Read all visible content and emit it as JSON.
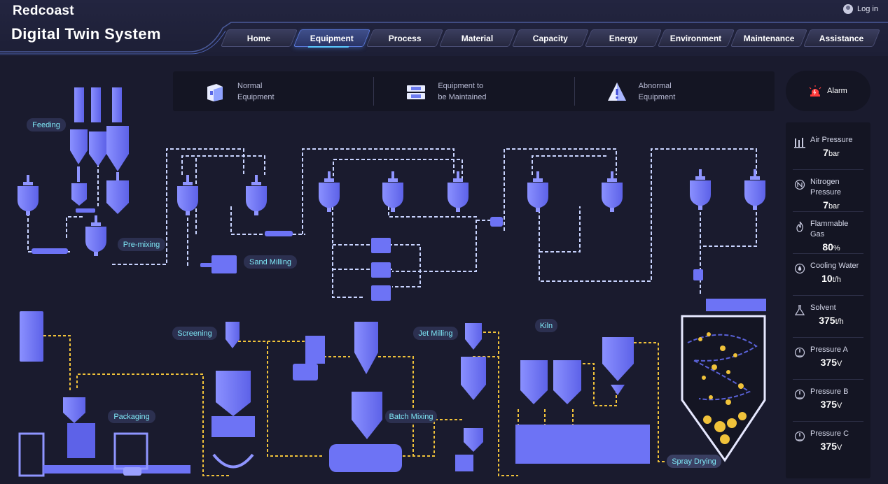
{
  "header": {
    "brand": "Redcoast",
    "title": "Digital Twin System",
    "login_label": "Log in"
  },
  "nav": {
    "tabs": [
      {
        "label": "Home",
        "active": false
      },
      {
        "label": "Equipment",
        "active": true
      },
      {
        "label": "Process",
        "active": false
      },
      {
        "label": "Material",
        "active": false
      },
      {
        "label": "Capacity",
        "active": false
      },
      {
        "label": "Energy",
        "active": false
      },
      {
        "label": "Environment",
        "active": false
      },
      {
        "label": "Maintenance",
        "active": false
      },
      {
        "label": "Assistance",
        "active": false
      }
    ]
  },
  "legend": [
    {
      "line1": "Normal",
      "line2": "Equipment",
      "icon": "normal-equipment-icon"
    },
    {
      "line1": "Equipment to",
      "line2": "be Maintained",
      "icon": "maintenance-equipment-icon"
    },
    {
      "line1": "Abnormal",
      "line2": "Equipment",
      "icon": "abnormal-equipment-icon"
    }
  ],
  "alarm": {
    "label": "Alarm",
    "icon": "alarm-siren-icon"
  },
  "metrics": [
    {
      "name": "Air Pressure",
      "value": "7",
      "unit": "bar",
      "icon": "pressure-gauge-icon"
    },
    {
      "name": "Nitrogen Pressure",
      "value": "7",
      "unit": "bar",
      "icon": "nitrogen-icon"
    },
    {
      "name": "Flammable Gas",
      "value": "80",
      "unit": "%",
      "icon": "flame-icon"
    },
    {
      "name": "Cooling Water",
      "value": "10",
      "unit": "t/h",
      "icon": "water-drop-icon"
    },
    {
      "name": "Solvent",
      "value": "375",
      "unit": "t/h",
      "icon": "flask-icon"
    },
    {
      "name": "Pressure A",
      "value": "375",
      "unit": "V",
      "icon": "dial-icon"
    },
    {
      "name": "Pressure B",
      "value": "375",
      "unit": "V",
      "icon": "dial-icon"
    },
    {
      "name": "Pressure C",
      "value": "375",
      "unit": "V",
      "icon": "dial-icon"
    }
  ],
  "process_labels": {
    "feeding": "Feeding",
    "premixing": "Pre-mixing",
    "sand_milling": "Sand Milling",
    "screening": "Screening",
    "jet_milling": "Jet Milling",
    "kiln": "Kiln",
    "packaging": "Packaging",
    "batch_mixing": "Batch Mixing",
    "spray_drying": "Spray Drying"
  },
  "colors": {
    "background": "#1a1b2e",
    "panel": "#141523",
    "equipment": "#6d73f5",
    "pipe_upper": "#c9d4ff",
    "pipe_lower": "#f0c23a",
    "label_text": "#7ee6f5",
    "accent": "#59c7ff"
  }
}
